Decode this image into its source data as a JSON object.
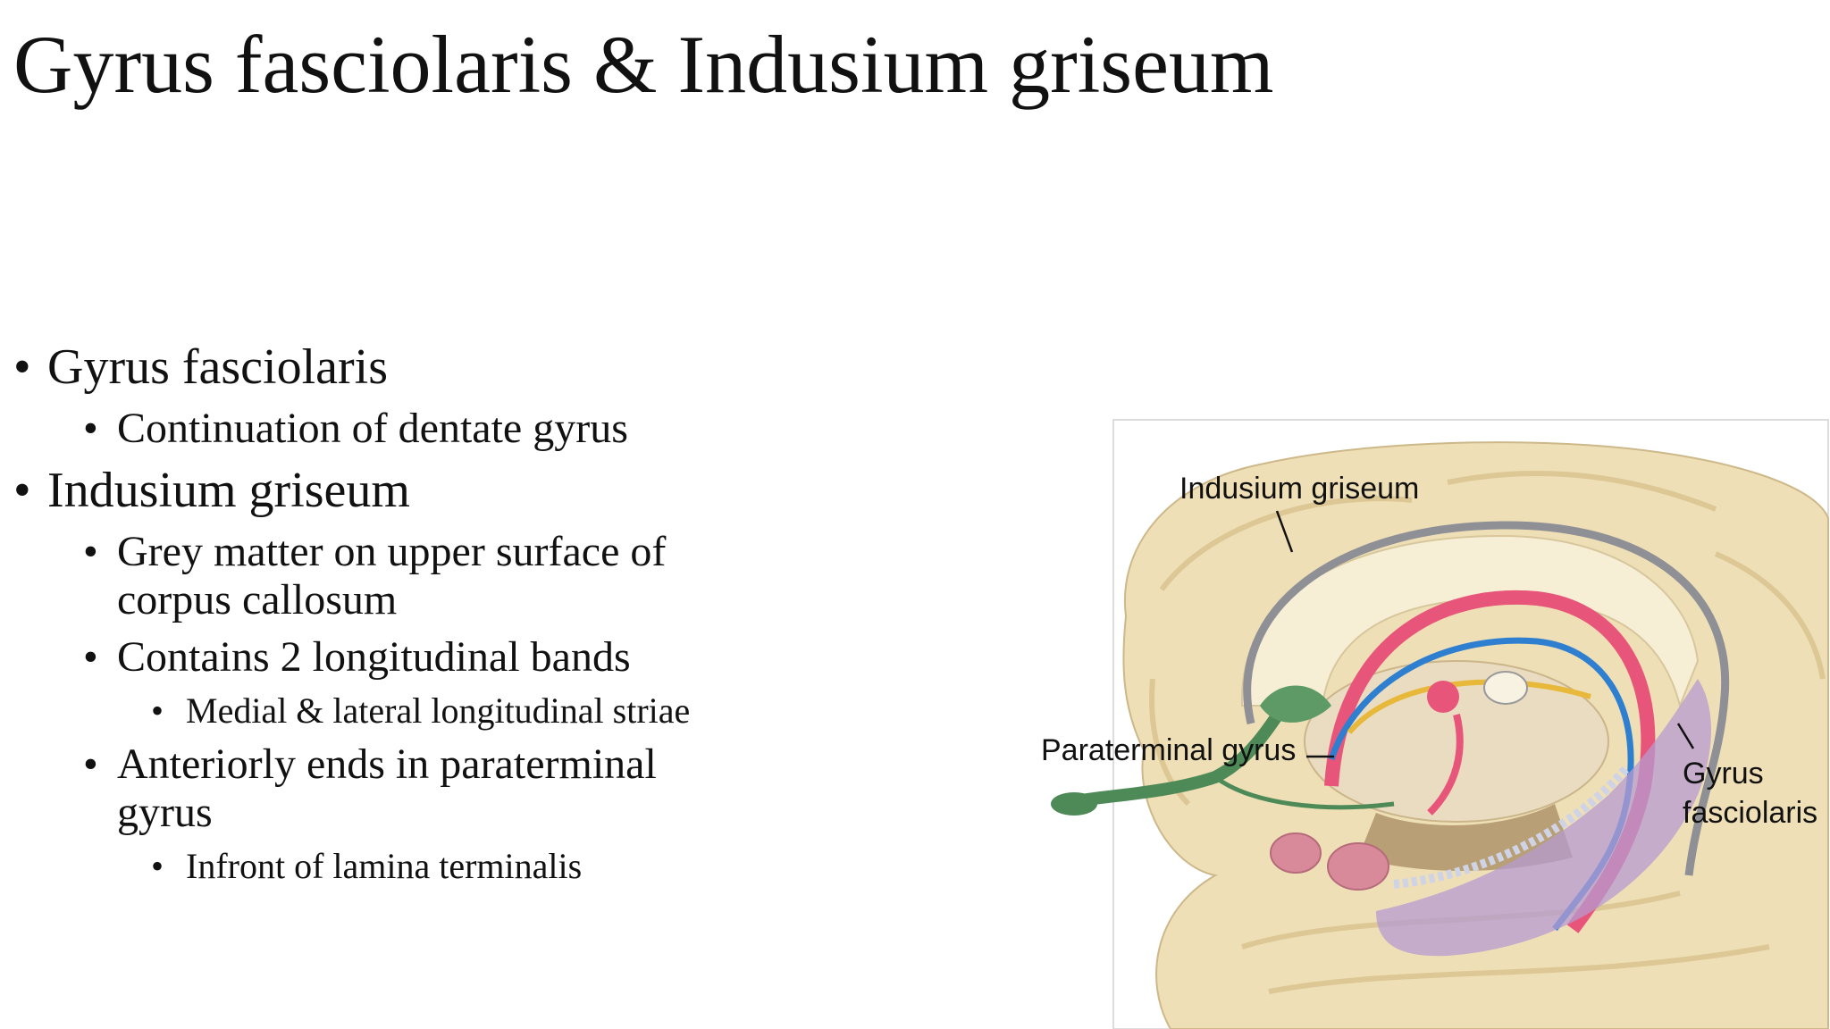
{
  "slide": {
    "title": "Gyrus fasciolaris & Indusium griseum",
    "bullets": [
      {
        "text": "Gyrus fasciolaris",
        "children": [
          {
            "text": "Continuation of dentate gyrus"
          }
        ]
      },
      {
        "text": "Indusium griseum",
        "children": [
          {
            "text": "Grey matter on upper surface of corpus callosum"
          },
          {
            "text": "Contains 2 longitudinal bands",
            "children": [
              {
                "text": "Medial & lateral longitudinal striae"
              }
            ]
          },
          {
            "text": "Anteriorly ends in paraterminal gyrus",
            "children": [
              {
                "text": "Infront of lamina terminalis"
              }
            ]
          }
        ]
      }
    ]
  },
  "figure": {
    "labels": {
      "indusium_griseum": "Indusium griseum",
      "paraterminal_gyrus": "Paraterminal gyrus",
      "gyrus_fasciolaris_line1": "Gyrus",
      "gyrus_fasciolaris_line2": "fasciolaris"
    },
    "colors": {
      "brain_tissue": "#efdfb6",
      "indusium": "#8e9096",
      "fornix": "#e8557a",
      "vessel_blue": "#2f7fd0",
      "vessel_yellow": "#e8b83a",
      "septal_green": "#4e8a58",
      "dentate_purple": "#b59bd0"
    }
  }
}
